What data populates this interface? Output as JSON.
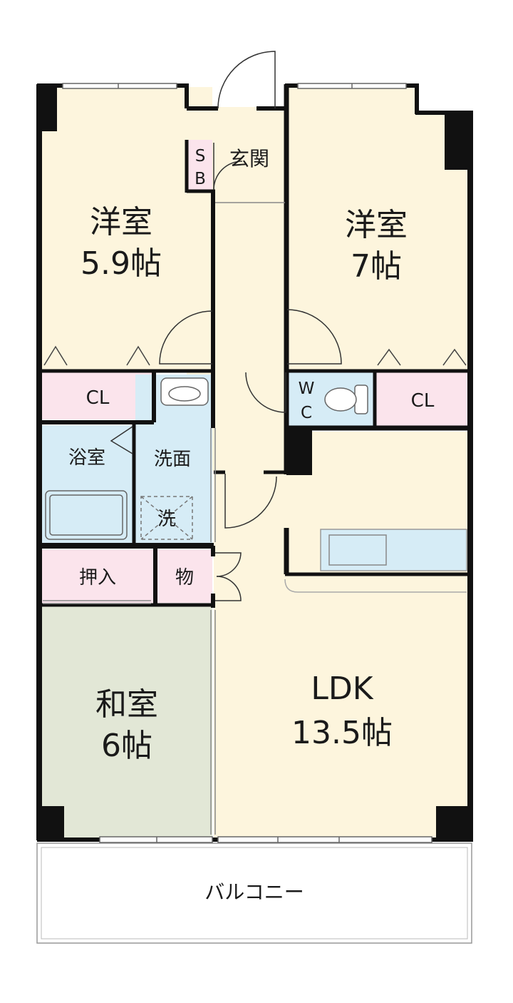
{
  "rooms": {
    "western_left": {
      "name": "洋室",
      "size": "5.9帖"
    },
    "western_right": {
      "name": "洋室",
      "size": "7帖"
    },
    "entrance": {
      "name": "玄関"
    },
    "shoe_box": {
      "line1": "S",
      "line2": "B"
    },
    "closet_left": {
      "name": "CL"
    },
    "closet_right": {
      "name": "CL"
    },
    "wc": {
      "line1": "W",
      "line2": "C"
    },
    "bath": {
      "name": "浴室"
    },
    "washroom": {
      "name": "洗面"
    },
    "washer": {
      "name": "洗"
    },
    "oshiire": {
      "name": "押入"
    },
    "storage": {
      "name": "物"
    },
    "japanese": {
      "name": "和室",
      "size": "6帖"
    },
    "ldk": {
      "name": "LDK",
      "size": "13.5帖"
    },
    "balcony": {
      "name": "バルコニー"
    }
  },
  "colors": {
    "room_beige": "#fdf5dd",
    "closet_pink": "#fbe4ec",
    "wet_blue": "#d6ecf6",
    "tatami_green": "#e2e7d6",
    "wall": "#111111"
  }
}
